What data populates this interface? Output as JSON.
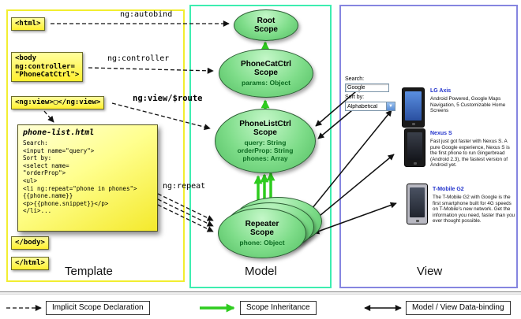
{
  "template_panel": {
    "label": "Template",
    "html_open": "<html>",
    "body_open": "<body\nng:controller=\n\"PhoneCatCtrl\">",
    "ng_view": "<ng:view>▢</ng:view>",
    "body_close": "</body>",
    "html_close": "</html>",
    "note_title": "phone-list.html",
    "note_code": "Search:\n<input name=\"query\">\nSort by:\n<select name=\n\"orderProp\">\n<ul>\n<li ng:repeat=\"phone in phones\">\n{{phone.name}}\n<p>{{phone.snippet}}</p>\n</li>..."
  },
  "arrow_labels": {
    "autobind": "ng:autobind",
    "controller": "ng:controller",
    "view_route": "ng:view/$route",
    "repeat": "ng:repeat"
  },
  "model_panel": {
    "label": "Model",
    "root_scope": {
      "title": "Root\nScope"
    },
    "phonecat_scope": {
      "title": "PhoneCatCtrl\nScope",
      "attrs": "params: Object"
    },
    "phonelist_scope": {
      "title": "PhoneListCtrl\nScope",
      "attrs": "query: String\norderProp: String\nphones: Array"
    },
    "repeater_scope": {
      "title": "Repeater\nScope",
      "attrs": "phone: Object"
    }
  },
  "view_panel": {
    "label": "View",
    "search_label": "Search:",
    "search_value": "Google",
    "sort_label": "Sort by:",
    "sort_value": "Alphabetical",
    "phones": [
      {
        "name": "LG Axis",
        "desc": "Android Powered, Google Maps Navigation, 5 Customizable Home Screens"
      },
      {
        "name": "Nexus S",
        "desc": "Fast just got faster with Nexus S. A pure Google experience, Nexus S is the first phone to run Gingerbread (Android 2.3), the fastest version of Android yet."
      },
      {
        "name": "T-Mobile G2",
        "desc": "The T-Mobile G2 with Google is the first smartphone built for 4G speeds on T-Mobile's new network. Get the information you need, faster than you ever thought possible."
      }
    ]
  },
  "legend": {
    "implicit": "Implicit Scope Declaration",
    "inheritance": "Scope Inheritance",
    "binding": "Model / View Data-binding"
  },
  "colors": {
    "template_border": "#f2ee30",
    "model_border": "#3dedb0",
    "view_border": "#8585e0",
    "scope_fill": "#7fdd8a",
    "inheritance_arrow": "#2ecc1f",
    "note_yellow": "#ffff8e"
  }
}
